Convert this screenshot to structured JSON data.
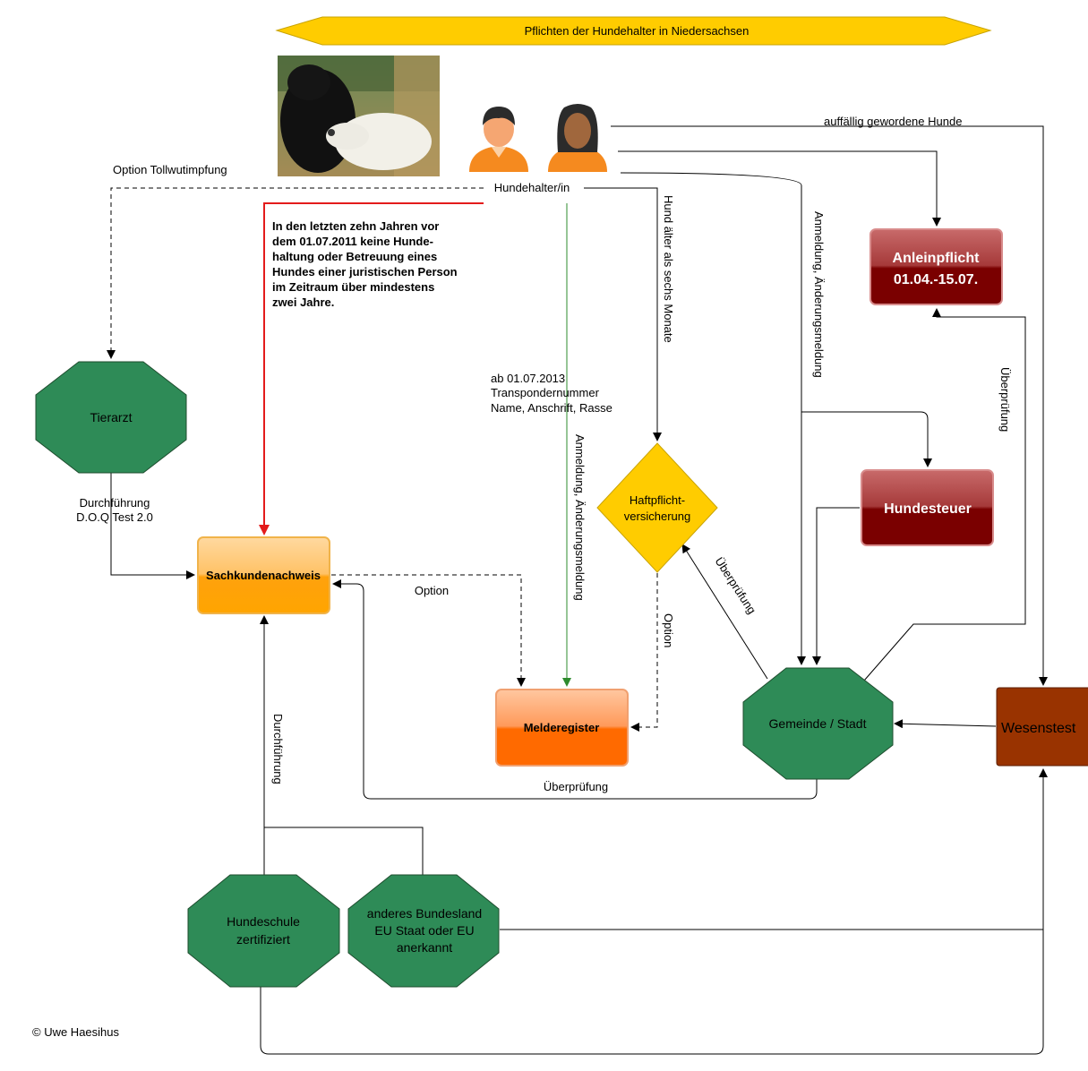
{
  "title": "Pflichten der Hundehalter in Niedersachsen",
  "copyright": "© Uwe Haesihus",
  "colors": {
    "banner": "#FFCC00",
    "octagon_green": "#2E8B57",
    "orange_box": "#FFA500",
    "dark_red_box": "#8B0000",
    "brown_box": "#993300",
    "red_line": "#E31B1B",
    "green_line": "#2E8B2E"
  },
  "nodes": {
    "hundehalter": "Hundehalter/in",
    "tierarzt": "Tierarzt",
    "sachkundenachweis": "Sachkundenachweis",
    "melderegister": "Melderegister",
    "haftpflicht_line1": "Haftpflicht-",
    "haftpflicht_line2": "versicherung",
    "anleinpflicht_line1": "Anleinpflicht",
    "anleinpflicht_line2": "01.04.-15.07.",
    "hundesteuer": "Hundesteuer",
    "gemeinde": "Gemeinde / Stadt",
    "wesenstest": "Wesenstest",
    "hundeschule_line1": "Hundeschule",
    "hundeschule_line2": "zertifiziert",
    "bundesland_line1": "anderes Bundesland",
    "bundesland_line2": "EU Staat oder EU",
    "bundesland_line3": "anerkannt"
  },
  "labels": {
    "option_tollwut": "Option Tollwutimpfung",
    "auffaellig": "auffällig gewordene Hunde",
    "red_note": [
      "In den letzten zehn Jahren vor",
      "dem 01.07.2011 keine Hunde-",
      "haltung oder Betreuung eines",
      "Hundes einer juristischen Person",
      "im Zeitraum über mindestens",
      "zwei Jahre."
    ],
    "transponder": [
      "ab 01.07.2013",
      "Transpondernummer",
      "Name, Anschrift, Rasse"
    ],
    "hund_aelter": "Hund älter als sechs Monate",
    "anmeldung_right": "Anmeldung, Änderungsmeldung",
    "anmeldung_green": "Anmeldung, Änderungsmeldung",
    "durchfuehrung_dqo_1": "Durchführung",
    "durchfuehrung_dqo_2": "D.O.Q Test 2.0",
    "option_melde": "Option",
    "option_haft": "Option",
    "ueberpruefung_haft": "Überprüfung",
    "ueberpruefung_anlein": "Überprüfung",
    "ueberpruefung_bottom": "Überprüfung",
    "durchfuehrung_vert": "Durchführung"
  },
  "icons": {
    "person_male": "person-male-icon",
    "person_female": "person-female-icon",
    "dog_photo": "dog-photo"
  }
}
